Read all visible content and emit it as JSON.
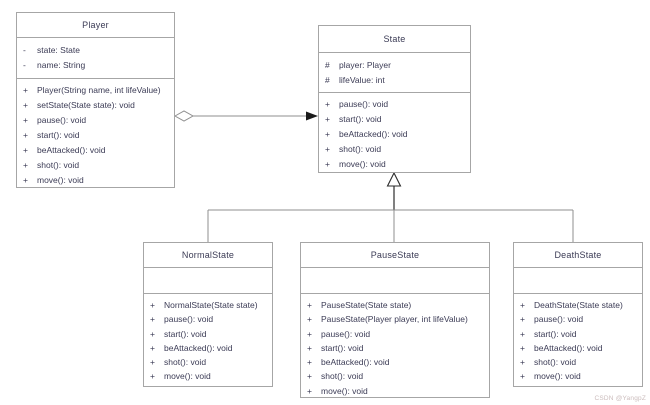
{
  "watermark": "CSDN @YangpZ",
  "colors": {
    "background": "#ffffff",
    "box_border": "#a6a6a6",
    "text": "#3b3b55",
    "connector_gray": "#8f8f8f",
    "connector_dark": "#2b2b2b",
    "arrowhead_fill": "#1a1a1a"
  },
  "relationships": [
    {
      "type": "aggregation",
      "from": "Player",
      "to": "State"
    },
    {
      "type": "inheritance",
      "from": "NormalState",
      "to": "State"
    },
    {
      "type": "inheritance",
      "from": "PauseState",
      "to": "State"
    },
    {
      "type": "inheritance",
      "from": "DeathState",
      "to": "State"
    }
  ],
  "classes": [
    {
      "name": "Player",
      "attributes": [
        {
          "sym": "-",
          "text": "state: State"
        },
        {
          "sym": "-",
          "text": "name: String"
        }
      ],
      "methods": [
        {
          "sym": "+",
          "text": "Player(String name, int lifeValue)"
        },
        {
          "sym": "+",
          "text": "setState(State state): void"
        },
        {
          "sym": "+",
          "text": "pause(): void"
        },
        {
          "sym": "+",
          "text": "start(): void"
        },
        {
          "sym": "+",
          "text": "beAttacked(): void"
        },
        {
          "sym": "+",
          "text": "shot(): void"
        },
        {
          "sym": "+",
          "text": "move(): void"
        }
      ]
    },
    {
      "name": "State",
      "attributes": [
        {
          "sym": "#",
          "text": "player: Player"
        },
        {
          "sym": "#",
          "text": "lifeValue: int"
        }
      ],
      "methods": [
        {
          "sym": "+",
          "text": "pause(): void"
        },
        {
          "sym": "+",
          "text": "start(): void"
        },
        {
          "sym": "+",
          "text": "beAttacked(): void"
        },
        {
          "sym": "+",
          "text": "shot(): void"
        },
        {
          "sym": "+",
          "text": "move(): void"
        }
      ]
    },
    {
      "name": "NormalState",
      "attributes": [],
      "methods": [
        {
          "sym": "+",
          "text": "NormalState(State state)"
        },
        {
          "sym": "+",
          "text": "pause(): void"
        },
        {
          "sym": "+",
          "text": "start(): void"
        },
        {
          "sym": "+",
          "text": "beAttacked(): void"
        },
        {
          "sym": "+",
          "text": "shot(): void"
        },
        {
          "sym": "+",
          "text": "move(): void"
        }
      ]
    },
    {
      "name": "PauseState",
      "attributes": [],
      "methods": [
        {
          "sym": "+",
          "text": "PauseState(State state)"
        },
        {
          "sym": "+",
          "text": "PauseState(Player player, int lifeValue)"
        },
        {
          "sym": "+",
          "text": "pause(): void"
        },
        {
          "sym": "+",
          "text": "start(): void"
        },
        {
          "sym": "+",
          "text": "beAttacked(): void"
        },
        {
          "sym": "+",
          "text": "shot(): void"
        },
        {
          "sym": "+",
          "text": "move(): void"
        }
      ]
    },
    {
      "name": "DeathState",
      "attributes": [],
      "methods": [
        {
          "sym": "+",
          "text": "DeathState(State state)"
        },
        {
          "sym": "+",
          "text": "pause(): void"
        },
        {
          "sym": "+",
          "text": "start(): void"
        },
        {
          "sym": "+",
          "text": "beAttacked(): void"
        },
        {
          "sym": "+",
          "text": "shot(): void"
        },
        {
          "sym": "+",
          "text": "move(): void"
        }
      ]
    }
  ]
}
